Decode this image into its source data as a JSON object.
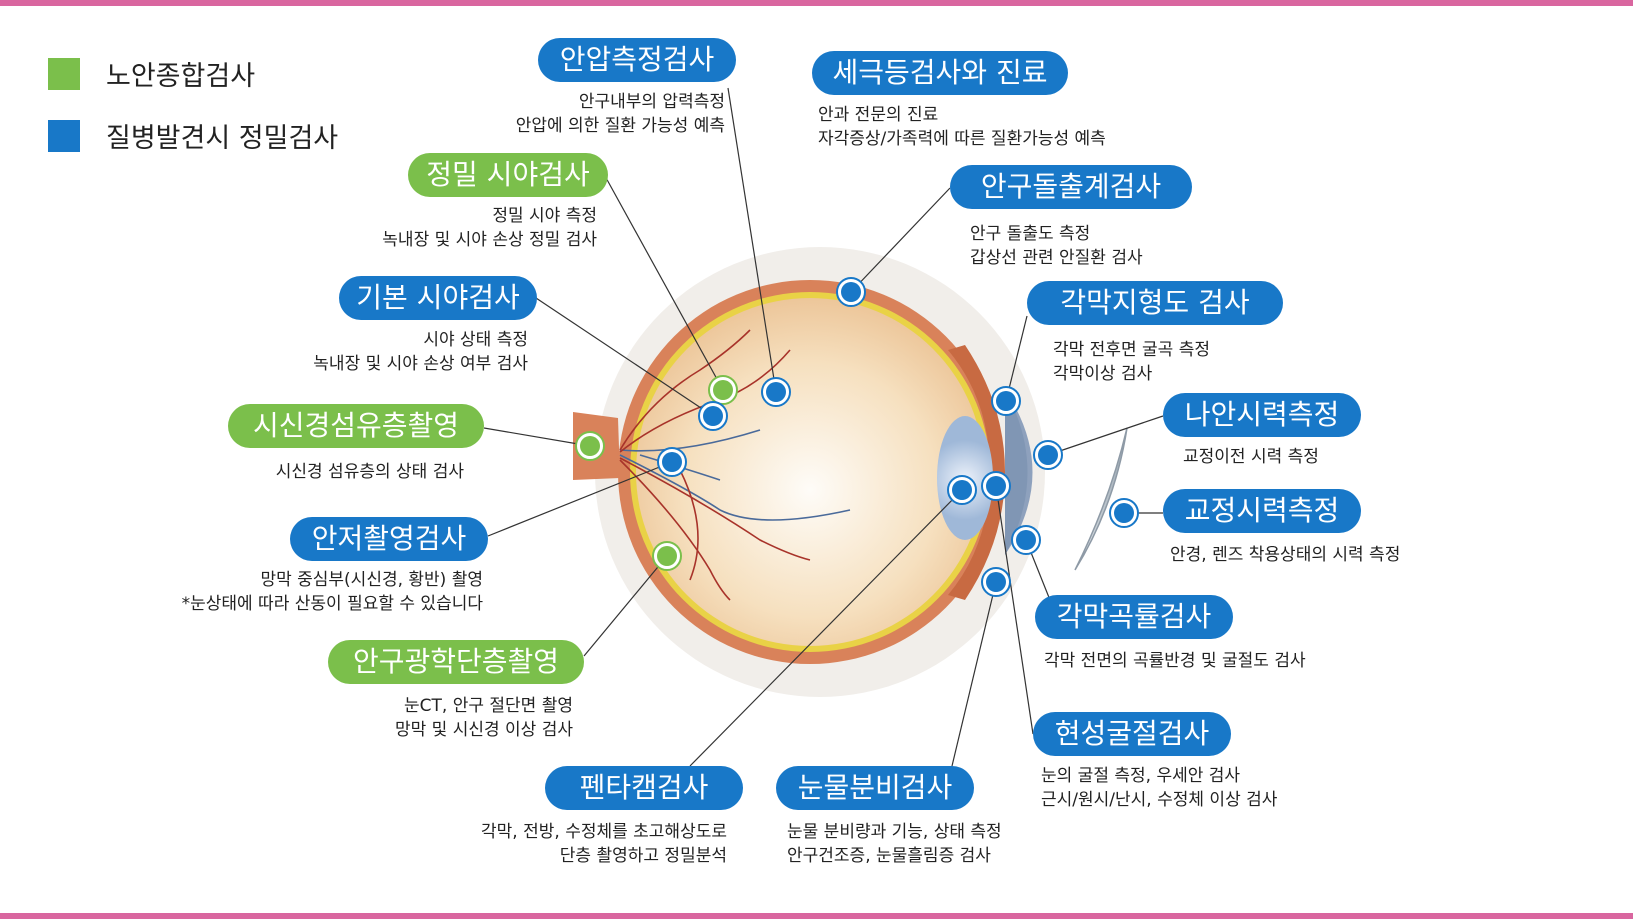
{
  "legend": [
    {
      "label": "노안종합검사",
      "color": "#7bbf4b"
    },
    {
      "label": "질병발견시 정밀검사",
      "color": "#1878c8"
    }
  ],
  "colors": {
    "green": "#7bbf4b",
    "blue": "#1878c8",
    "border": "#d9669f",
    "line": "#333333"
  },
  "exams": {
    "iop": {
      "title": "안압측정검사",
      "color": "blue",
      "desc": [
        "안구내부의 압력측정",
        "안압에 의한 질환 가능성 예측"
      ]
    },
    "slitlamp": {
      "title": "세극등검사와 진료",
      "color": "blue",
      "desc": [
        "안과 전문의 진료",
        "자각증상/가족력에 따른 질환가능성 예측"
      ]
    },
    "precise_field": {
      "title": "정밀 시야검사",
      "color": "green",
      "desc": [
        "정밀 시야 측정",
        "녹내장 및 시야 손상 정밀 검사"
      ]
    },
    "exophthalmometry": {
      "title": "안구돌출계검사",
      "color": "blue",
      "desc": [
        "안구 돌출도 측정",
        "갑상선 관련 안질환 검사"
      ]
    },
    "basic_field": {
      "title": "기본 시야검사",
      "color": "blue",
      "desc": [
        "시야 상태 측정",
        "녹내장 및 시야 손상 여부 검사"
      ]
    },
    "topography": {
      "title": "각막지형도 검사",
      "color": "blue",
      "desc": [
        "각막 전후면 굴곡 측정",
        "각막이상 검사"
      ]
    },
    "rnfl": {
      "title": "시신경섬유층촬영",
      "color": "green",
      "desc": [
        "시신경 섬유층의 상태 검사"
      ]
    },
    "uncorrected": {
      "title": "나안시력측정",
      "color": "blue",
      "desc": [
        "교정이전 시력 측정"
      ]
    },
    "corrected": {
      "title": "교정시력측정",
      "color": "blue",
      "desc": [
        "안경, 렌즈 착용상태의 시력 측정"
      ]
    },
    "fundus": {
      "title": "안저촬영검사",
      "color": "blue",
      "desc": [
        "망막 중심부(시신경, 황반) 촬영",
        "*눈상태에 따라 산동이 필요할 수 있습니다"
      ]
    },
    "keratometry": {
      "title": "각막곡률검사",
      "color": "blue",
      "desc": [
        "각막 전면의 곡률반경 및 굴절도 검사"
      ]
    },
    "oct": {
      "title": "안구광학단층촬영",
      "color": "green",
      "desc": [
        "눈CT, 안구 절단면 촬영",
        "망막 및 시신경 이상 검사"
      ]
    },
    "refraction": {
      "title": "현성굴절검사",
      "color": "blue",
      "desc": [
        "눈의 굴절 측정, 우세안 검사",
        "근시/원시/난시, 수정체 이상 검사"
      ]
    },
    "pentacam": {
      "title": "펜타캠검사",
      "color": "blue",
      "desc": [
        "각막, 전방, 수정체를 초고해상도로",
        "단층 촬영하고 정밀분석"
      ]
    },
    "tear": {
      "title": "눈물분비검사",
      "color": "blue",
      "desc": [
        "눈물 분비량과 기능, 상태 측정",
        "안구건조증, 눈물흘림증 검사"
      ]
    }
  }
}
